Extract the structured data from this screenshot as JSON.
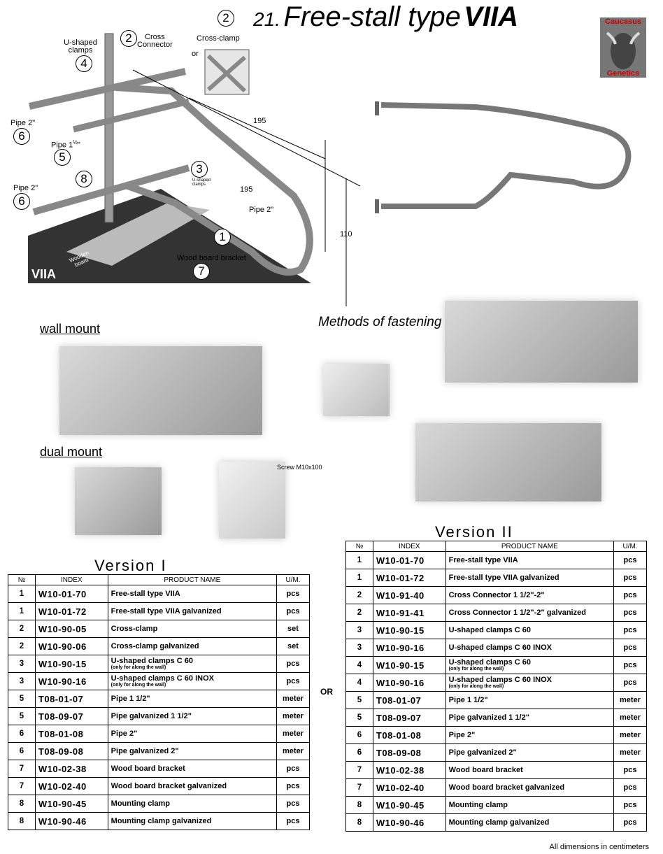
{
  "header": {
    "circle": "2",
    "number": "21.",
    "title_prefix": "Free-stall type",
    "title_bold": "VIIA"
  },
  "logo": {
    "line1": "Caucasus",
    "line2": "Genetics"
  },
  "diagram": {
    "labels": {
      "u_clamps": "U-shaped\nclamps",
      "cross_connector": "Cross\nConnector",
      "cross_clamp": "Cross-clamp",
      "or": "or",
      "pipe2_top": "Pipe 2\"",
      "pipe15_a": "Pipe 1",
      "pipe15_frac": "½",
      "pipe15_b": "\"",
      "pipe2_bottom": "Pipe 2\"",
      "pipe2_right": "Pipe 2\"",
      "u_clamps_small": "U-shaped\nclamps",
      "wooden_board": "Wooden\nboard",
      "wood_bracket": "Wood board bracket",
      "model": "VIIA"
    },
    "callouts": {
      "c1": "1",
      "c2": "2",
      "c3": "3",
      "c4": "4",
      "c5": "5",
      "c6a": "6",
      "c6b": "6",
      "c7": "7",
      "c8": "8"
    },
    "dimensions": {
      "d195a": "195",
      "d195b": "195",
      "d110": "110"
    }
  },
  "sections": {
    "wall": "wall mount",
    "dual": "dual mount",
    "methods": "Methods of fastening",
    "screw": "Screw M10x100"
  },
  "headers": {
    "no": "№",
    "index": "INDEX",
    "product": "PRODUCT NAME",
    "um": "U/M."
  },
  "version1": {
    "title": "Version  I",
    "rows": [
      {
        "no": "1",
        "index": "W10-01-70",
        "name": "Free-stall type VIIA",
        "sub": "",
        "um": "pcs"
      },
      {
        "no": "1",
        "index": "W10-01-72",
        "name": "Free-stall type VIIA galvanized",
        "sub": "",
        "um": "pcs"
      },
      {
        "no": "2",
        "index": "W10-90-05",
        "name": "Cross-clamp",
        "sub": "",
        "um": "set"
      },
      {
        "no": "2",
        "index": "W10-90-06",
        "name": "Cross-clamp galvanized",
        "sub": "",
        "um": "set"
      },
      {
        "no": "3",
        "index": "W10-90-15",
        "name": "U-shaped clamps  C 60",
        "sub": "(only for along the wall)",
        "um": "pcs"
      },
      {
        "no": "3",
        "index": "W10-90-16",
        "name": "U-shaped clamps  C 60 INOX",
        "sub": "(only for along the wall)",
        "um": "pcs"
      },
      {
        "no": "5",
        "index": "T08-01-07",
        "name": "Pipe 1 1/2\"",
        "sub": "",
        "um": "meter"
      },
      {
        "no": "5",
        "index": "T08-09-07",
        "name": "Pipe galvanized 1 1/2\"",
        "sub": "",
        "um": "meter"
      },
      {
        "no": "6",
        "index": "T08-01-08",
        "name": "Pipe 2\"",
        "sub": "",
        "um": "meter"
      },
      {
        "no": "6",
        "index": "T08-09-08",
        "name": "Pipe galvanized 2\"",
        "sub": "",
        "um": "meter"
      },
      {
        "no": "7",
        "index": "W10-02-38",
        "name": "Wood board bracket",
        "sub": "",
        "um": "pcs"
      },
      {
        "no": "7",
        "index": "W10-02-40",
        "name": "Wood board bracket galvanized",
        "sub": "",
        "um": "pcs"
      },
      {
        "no": "8",
        "index": "W10-90-45",
        "name": "Mounting clamp",
        "sub": "",
        "um": "pcs"
      },
      {
        "no": "8",
        "index": "W10-90-46",
        "name": "Mounting clamp galvanized",
        "sub": "",
        "um": "pcs"
      }
    ]
  },
  "or_label": "OR",
  "version2": {
    "title": "Version  II",
    "rows": [
      {
        "no": "1",
        "index": "W10-01-70",
        "name": "Free-stall type VIIA",
        "sub": "",
        "um": "pcs"
      },
      {
        "no": "1",
        "index": "W10-01-72",
        "name": "Free-stall type VIIA galvanized",
        "sub": "",
        "um": "pcs"
      },
      {
        "no": "2",
        "index": "W10-91-40",
        "name": "Cross Connector 1 1/2\"-2\"",
        "sub": "",
        "um": "pcs"
      },
      {
        "no": "2",
        "index": "W10-91-41",
        "name": "Cross Connector 1 1/2\"-2\" galvanized",
        "sub": "",
        "um": "pcs"
      },
      {
        "no": "3",
        "index": "W10-90-15",
        "name": "U-shaped clamps C 60",
        "sub": "",
        "um": "pcs"
      },
      {
        "no": "3",
        "index": "W10-90-16",
        "name": "U-shaped clamps C 60 INOX",
        "sub": "",
        "um": "pcs"
      },
      {
        "no": "4",
        "index": "W10-90-15",
        "name": "U-shaped clamps C 60",
        "sub": "(only for along the wall)",
        "um": "pcs"
      },
      {
        "no": "4",
        "index": "W10-90-16",
        "name": "U-shaped clamps C 60 INOX",
        "sub": "(only for along the wall)",
        "um": "pcs"
      },
      {
        "no": "5",
        "index": "T08-01-07",
        "name": "Pipe 1 1/2\"",
        "sub": "",
        "um": "meter"
      },
      {
        "no": "5",
        "index": "T08-09-07",
        "name": "Pipe galvanized 1 1/2\"",
        "sub": "",
        "um": "meter"
      },
      {
        "no": "6",
        "index": "T08-01-08",
        "name": "Pipe 2\"",
        "sub": "",
        "um": "meter"
      },
      {
        "no": "6",
        "index": "T08-09-08",
        "name": "Pipe galvanized 2\"",
        "sub": "",
        "um": "meter"
      },
      {
        "no": "7",
        "index": "W10-02-38",
        "name": "Wood board bracket",
        "sub": "",
        "um": "pcs"
      },
      {
        "no": "7",
        "index": "W10-02-40",
        "name": "Wood board bracket galvanized",
        "sub": "",
        "um": "pcs"
      },
      {
        "no": "8",
        "index": "W10-90-45",
        "name": "Mounting clamp",
        "sub": "",
        "um": "pcs"
      },
      {
        "no": "8",
        "index": "W10-90-46",
        "name": "Mounting clamp galvanized",
        "sub": "",
        "um": "pcs"
      }
    ]
  },
  "footer": "All dimensions in centimeters"
}
